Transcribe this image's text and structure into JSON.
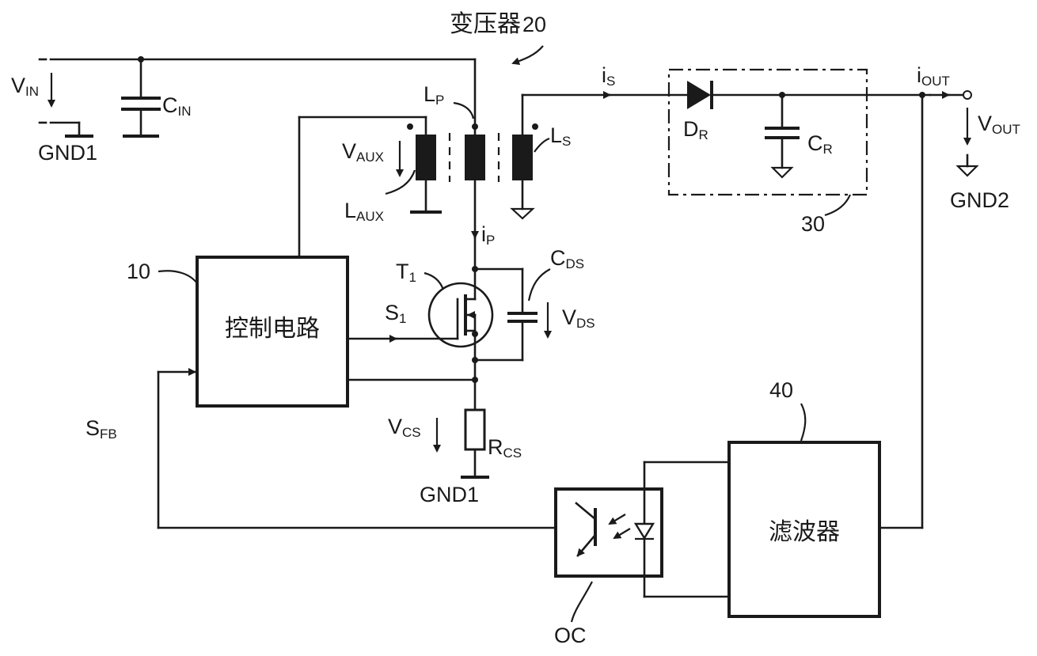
{
  "transformer": {
    "label": "变压器",
    "ref": "20"
  },
  "input": {
    "vin_main": "V",
    "vin_sub": "IN",
    "cin_main": "C",
    "cin_sub": "IN",
    "gnd": "GND1"
  },
  "windings": {
    "lp_main": "L",
    "lp_sub": "P",
    "ls_main": "L",
    "ls_sub": "S",
    "vaux_main": "V",
    "vaux_sub": "AUX",
    "laux_main": "L",
    "laux_sub": "AUX"
  },
  "secondary": {
    "is_main": "i",
    "is_sub": "S",
    "dr_main": "D",
    "dr_sub": "R",
    "cr_main": "C",
    "cr_sub": "R",
    "rectifier_ref": "30",
    "iout_main": "i",
    "iout_sub": "OUT",
    "vout_main": "V",
    "vout_sub": "OUT",
    "gnd": "GND2"
  },
  "switch": {
    "ip_main": "i",
    "ip_sub": "P",
    "t1_main": "T",
    "t1_sub": "1",
    "cds_main": "C",
    "cds_sub": "DS",
    "vds_main": "V",
    "vds_sub": "DS",
    "s1_main": "S",
    "s1_sub": "1",
    "vcs_main": "V",
    "vcs_sub": "CS",
    "rcs_main": "R",
    "rcs_sub": "CS",
    "gnd": "GND1"
  },
  "control": {
    "label": "控制电路",
    "ref": "10",
    "sfb_main": "S",
    "sfb_sub": "FB"
  },
  "filter": {
    "label": "滤波器",
    "ref": "40"
  },
  "optocoupler": {
    "ref": "OC"
  }
}
